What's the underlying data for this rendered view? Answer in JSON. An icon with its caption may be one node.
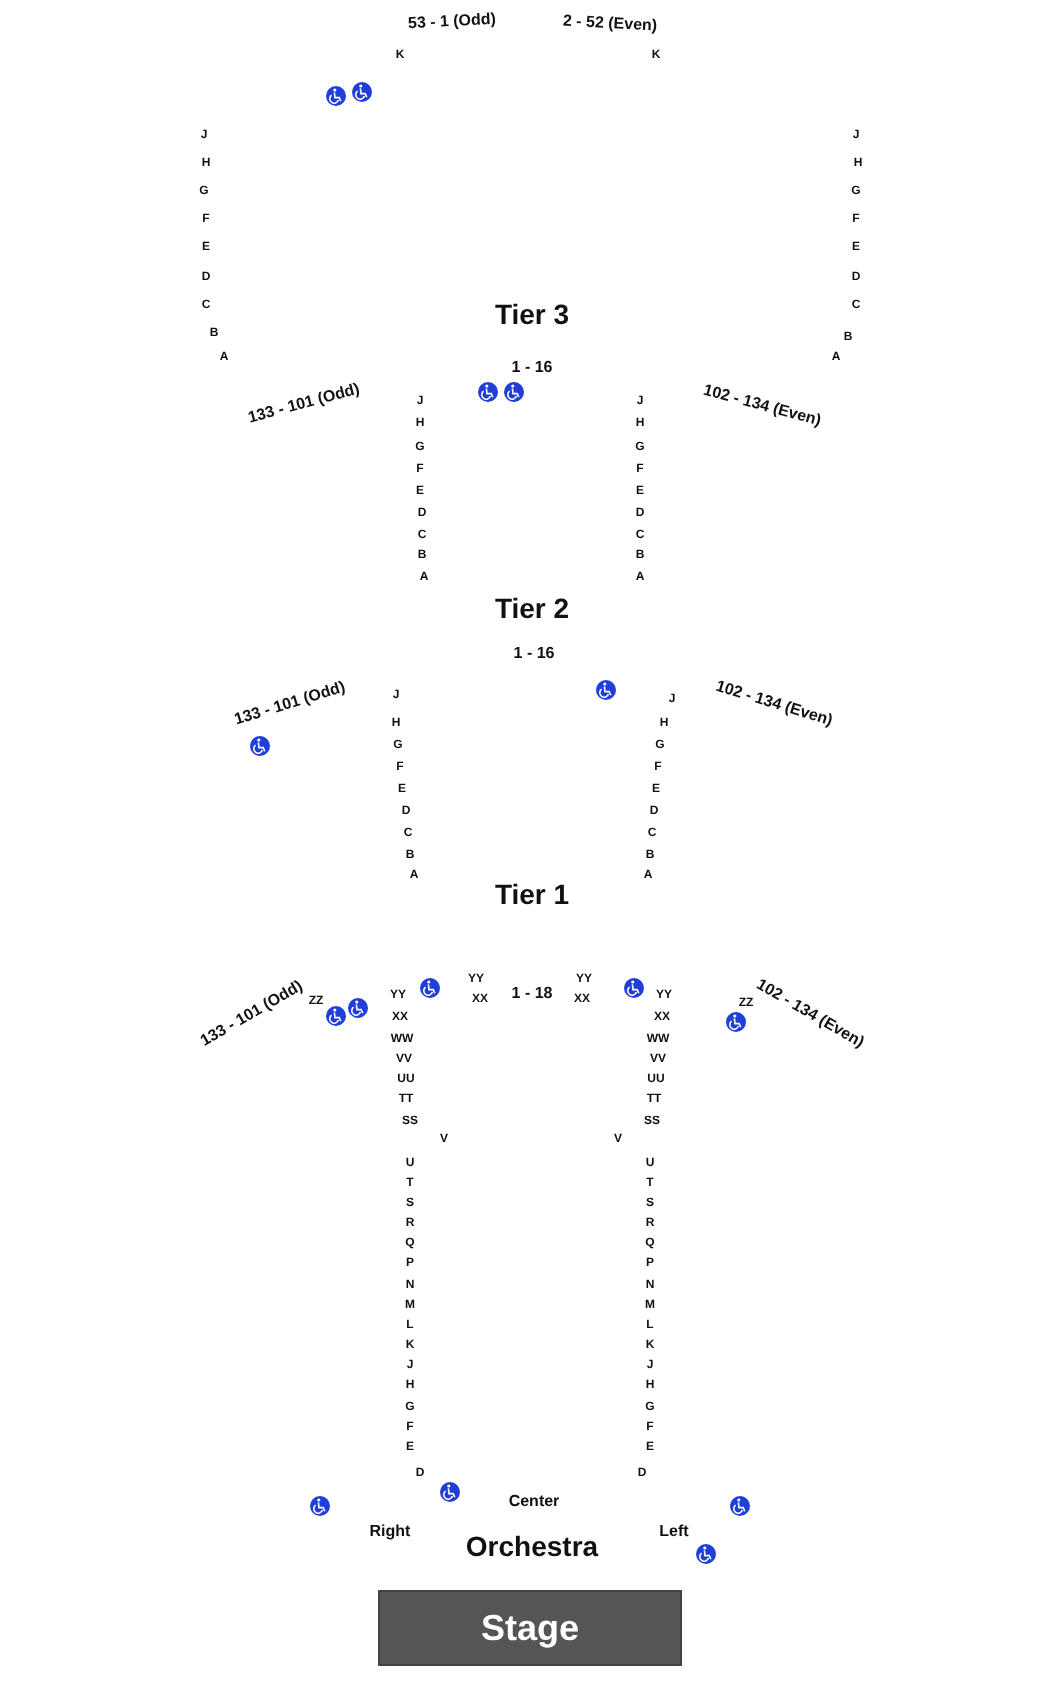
{
  "diagram": {
    "nodes": [
      {
        "text": [
          "Stage"
        ]
      }
    ],
    "labels": [
      "53 - 1 (Odd)",
      "2 - 52 (Even)",
      "K",
      "K",
      "J",
      "J",
      "H",
      "H",
      "G",
      "G",
      "F",
      "F",
      "E",
      "E",
      "D",
      "D",
      "C",
      "C",
      "Tier 3",
      "B",
      "B",
      "A",
      "A",
      "1 - 16",
      "133 - 101 (Odd)",
      "102 - 134 (Even)",
      "J",
      "J",
      "H",
      "H",
      "G",
      "G",
      "F",
      "F",
      "E",
      "E",
      "D",
      "D",
      "C",
      "C",
      "B",
      "B",
      "A",
      "A",
      "Tier 2",
      "1 - 16",
      "133 - 101 (Odd)",
      "J",
      "J",
      "102 - 134 (Even)",
      "H",
      "H",
      "G",
      "G",
      "F",
      "F",
      "E",
      "E",
      "D",
      "D",
      "C",
      "C",
      "B",
      "B",
      "A",
      "A",
      "Tier 1",
      "YY",
      "YY",
      "133 - 101 (Odd)",
      "ZZ",
      "YY",
      "XX",
      "1 - 18",
      "XX",
      "YY",
      "ZZ",
      "102 - 134 (Even)",
      "XX",
      "XX",
      "WW",
      "WW",
      "VV",
      "VV",
      "UU",
      "UU",
      "TT",
      "TT",
      "SS",
      "SS",
      "V",
      "V",
      "U",
      "U",
      "T",
      "T",
      "S",
      "S",
      "R",
      "R",
      "Q",
      "Q",
      "P",
      "P",
      "N",
      "N",
      "M",
      "M",
      "L",
      "L",
      "K",
      "K",
      "J",
      "J",
      "H",
      "H",
      "G",
      "G",
      "F",
      "F",
      "E",
      "E",
      "D",
      "D",
      "Center",
      "Right",
      "Orchestra",
      "Left"
    ]
  }
}
